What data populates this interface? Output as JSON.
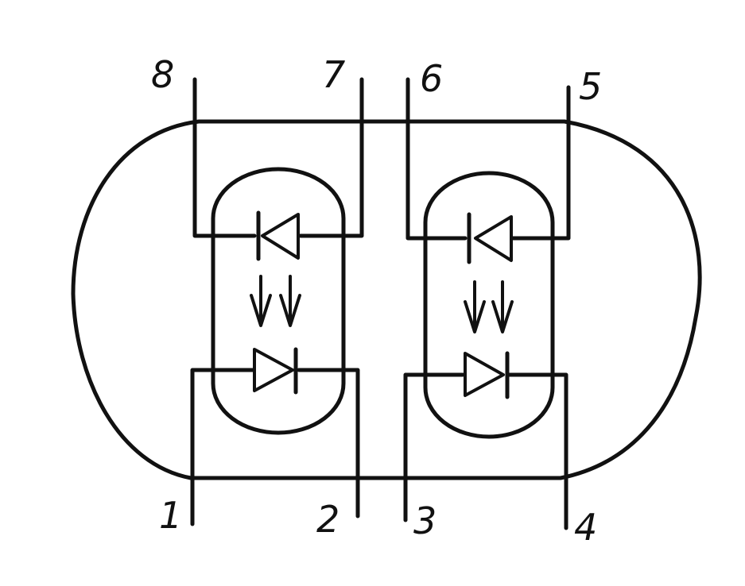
{
  "diagram": {
    "pins": {
      "p1": "1",
      "p2": "2",
      "p3": "3",
      "p4": "4",
      "p5": "5",
      "p6": "6",
      "p7": "7",
      "p8": "8"
    },
    "channels": [
      {
        "component": "optocoupler",
        "emitter": "LED",
        "receiver": "photodiode"
      },
      {
        "component": "optocoupler",
        "emitter": "LED",
        "receiver": "photodiode"
      }
    ],
    "colors": {
      "line": "#111111",
      "background": "#ffffff"
    }
  }
}
